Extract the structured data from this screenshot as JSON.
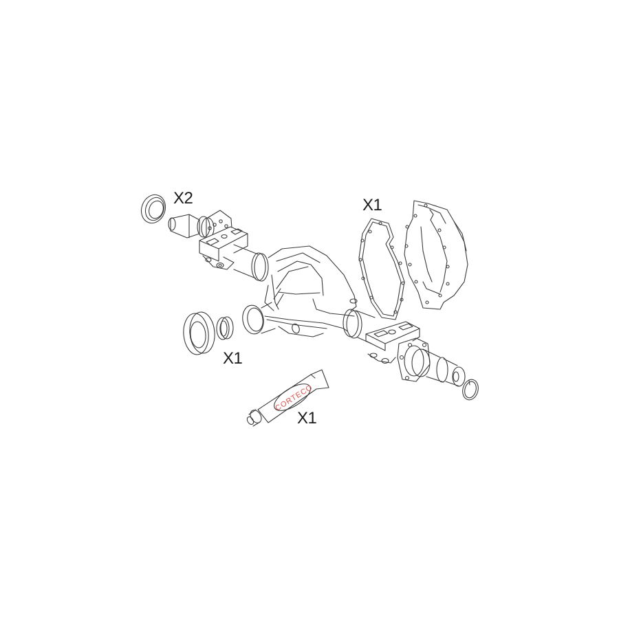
{
  "diagram": {
    "type": "exploded-parts-view",
    "subject": "rear axle housing with differential",
    "line_color": "#3a3a3a",
    "background": "#ffffff"
  },
  "labels": {
    "hub_seal_qty": "X2",
    "cover_gasket_qty": "X1",
    "pinion_seal_qty": "X1",
    "sealant_qty": "X1"
  },
  "sealant_tube": {
    "brand_text": "CORTECO",
    "brand_color": "#d9534f"
  },
  "parts": [
    {
      "name": "hub-seal-ring",
      "quantity": "X2"
    },
    {
      "name": "differential-cover-gasket",
      "quantity": "X1"
    },
    {
      "name": "pinion-seal-set",
      "quantity": "X1"
    },
    {
      "name": "sealant-tube",
      "quantity": "X1"
    }
  ]
}
